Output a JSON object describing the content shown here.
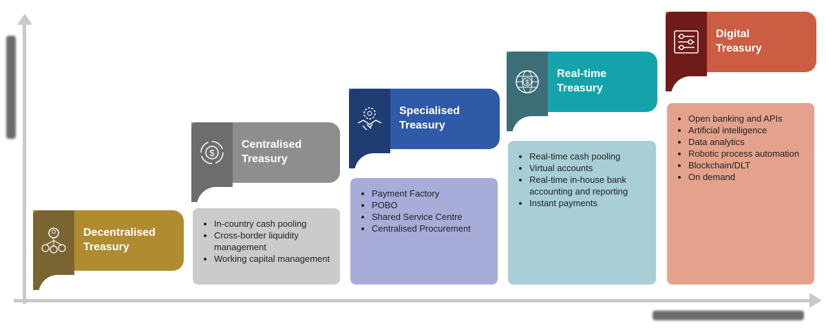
{
  "colors": {
    "axis": "#c9c9c9"
  },
  "stages": [
    {
      "title_line1": "Decentralised",
      "title_line2": "Treasury",
      "icon": "people-hierarchy-icon",
      "main": "#b08b30",
      "dark": "#7a6432",
      "items": []
    },
    {
      "title_line1": "Centralised",
      "title_line2": "Treasury",
      "icon": "dollar-cycle-icon",
      "main": "#8e8e8e",
      "dark": "#6d6d6d",
      "card": "#cbcbcd",
      "items": [
        "In-country cash pooling",
        "Cross-border liquidity management",
        "Working capital management"
      ]
    },
    {
      "title_line1": "Specialised",
      "title_line2": "Treasury",
      "icon": "handshake-gear-icon",
      "main": "#2f5aa8",
      "dark": "#1f3d73",
      "card": "#a7acd8",
      "items": [
        "Payment Factory",
        "POBO",
        "Shared Service Centre",
        "Centralised Procurement"
      ]
    },
    {
      "title_line1": "Real-time",
      "title_line2": "Treasury",
      "icon": "globe-dollar-icon",
      "main": "#14a3ab",
      "dark": "#3d6d77",
      "card": "#a8ced6",
      "items": [
        "Real-time cash pooling",
        "Virtual accounts",
        "Real-time in-house bank accounting and reporting",
        "Instant payments"
      ]
    },
    {
      "title_line1": "Digital",
      "title_line2": "Treasury",
      "icon": "sliders-icon",
      "main": "#cc5c42",
      "dark": "#6e1b19",
      "card": "#e4a28c",
      "items": [
        "Open banking and APIs",
        "Artificial intelligence",
        "Data analytics",
        "Robotic process automation",
        "Blockchain/DLT",
        "On demand"
      ]
    }
  ]
}
